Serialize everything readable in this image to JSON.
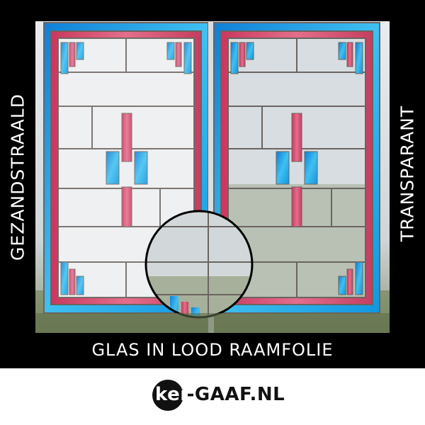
{
  "labels": {
    "left_side": "GEZANDSTRAALD",
    "right_side": "TRANSPARANT",
    "bottom_title": "GLAS IN LOOD RAAMFOLIE"
  },
  "logo": {
    "first_part": "kei",
    "second_part": "-GAAF.NL"
  },
  "colors": {
    "background": "#000000",
    "glass_blue": "#1aa3e6",
    "glass_red": "#d94a6e",
    "frosted_glass": "#e8eaec",
    "lead_lines": "#6b6460",
    "text": "#ffffff"
  }
}
